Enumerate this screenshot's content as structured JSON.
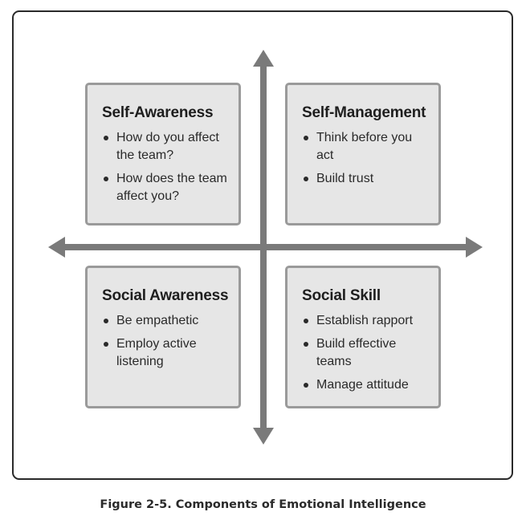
{
  "diagram": {
    "quadrants": [
      {
        "title": "Self-Awareness",
        "items": [
          "How do you affect the team?",
          "How does the team affect you?"
        ]
      },
      {
        "title": "Self-Management",
        "items": [
          "Think before you act",
          "Build trust"
        ]
      },
      {
        "title": "Social Awareness",
        "items": [
          "Be empathetic",
          "Employ active listening"
        ]
      },
      {
        "title": "Social Skill",
        "items": [
          "Establish rapport",
          "Build effective teams",
          "Manage attitude"
        ]
      }
    ],
    "colors": {
      "axis": "#7a7a7a",
      "box_fill": "#e6e6e6",
      "box_border": "#9a9a9a",
      "frame_border": "#2a2a2a"
    }
  },
  "caption": "Figure 2-5. Components of Emotional Intelligence"
}
